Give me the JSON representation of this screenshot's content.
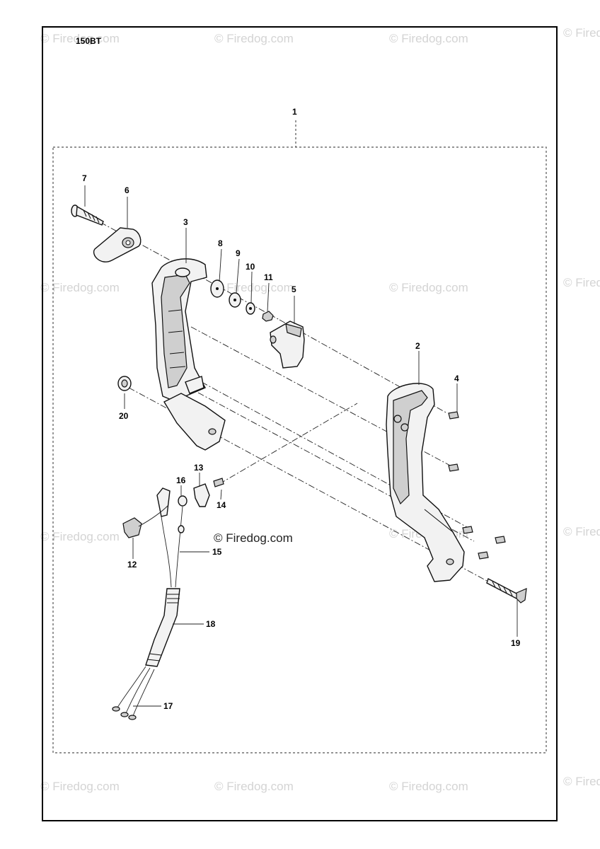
{
  "model_label": "150BT",
  "assembly_callout": "1",
  "watermark_text": "© Firedog.com",
  "center_watermark_text": "© Firedog.com",
  "callouts": [
    "2",
    "3",
    "4",
    "5",
    "6",
    "7",
    "8",
    "9",
    "10",
    "11",
    "12",
    "13",
    "14",
    "15",
    "16",
    "17",
    "18",
    "19",
    "20"
  ]
}
